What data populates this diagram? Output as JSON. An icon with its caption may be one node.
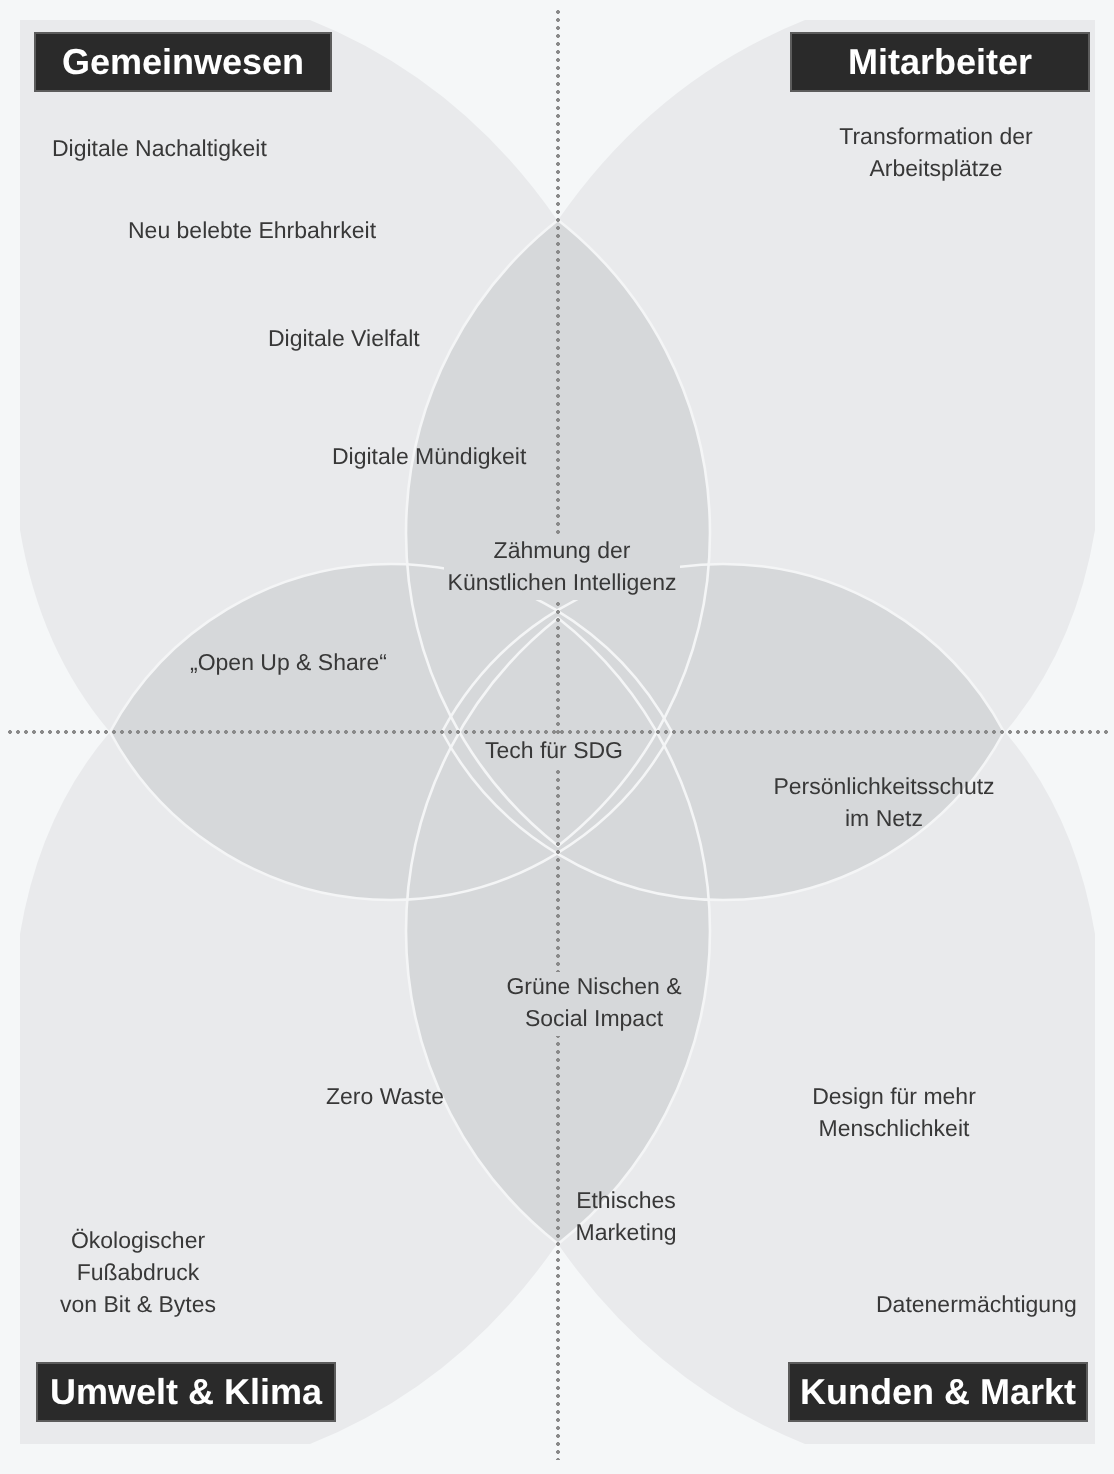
{
  "diagram": {
    "nodes": [
      {
        "text": [
          "Digitale Nachaltigkeit",
          "Neu belebte Ehrbahrkeit",
          "Digitale Vielfalt"
        ]
      },
      {
        "text": [
          "Gemeinwesen"
        ],
        "in": 0
      },
      {
        "text": [
          "Transformation der Arbeitsplätze"
        ]
      },
      {
        "text": [
          "Mitarbeiter"
        ],
        "in": 2
      },
      {
        "text": [
          "Digitale Mündigkeit",
          "Zähmung der Künstlichen Intelligenz"
        ]
      },
      {
        "text": [
          "„Open Up & Share“"
        ]
      },
      {
        "text": [
          "Persönlichkeitsschutz im Netz"
        ]
      },
      {
        "text": [
          "Grüne Nischen & Social Impact"
        ]
      },
      {
        "text": [
          "Zero Waste",
          "Ökologischer Fußabdruck von Bit & Bytes"
        ]
      },
      {
        "text": [
          "Umwelt & Klima"
        ],
        "in": 8
      },
      {
        "text": [
          "Design für mehr Menschlichkeit",
          "Ethisches Marketing",
          "Datenermächtigung"
        ]
      },
      {
        "text": [
          "Kunden & Markt"
        ],
        "in": 10
      }
    ],
    "labels": [
      "Tech für SDG"
    ]
  }
}
